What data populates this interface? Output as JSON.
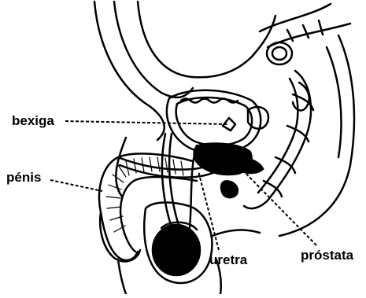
{
  "labels": {
    "bladder": "bexiga",
    "penis": "pénis",
    "urethra": "uretra",
    "prostate": "próstata"
  },
  "colors": {
    "ink": "#000000",
    "paper": "#ffffff"
  },
  "icons": {
    "figure": "male-pelvis-sagittal-section"
  }
}
